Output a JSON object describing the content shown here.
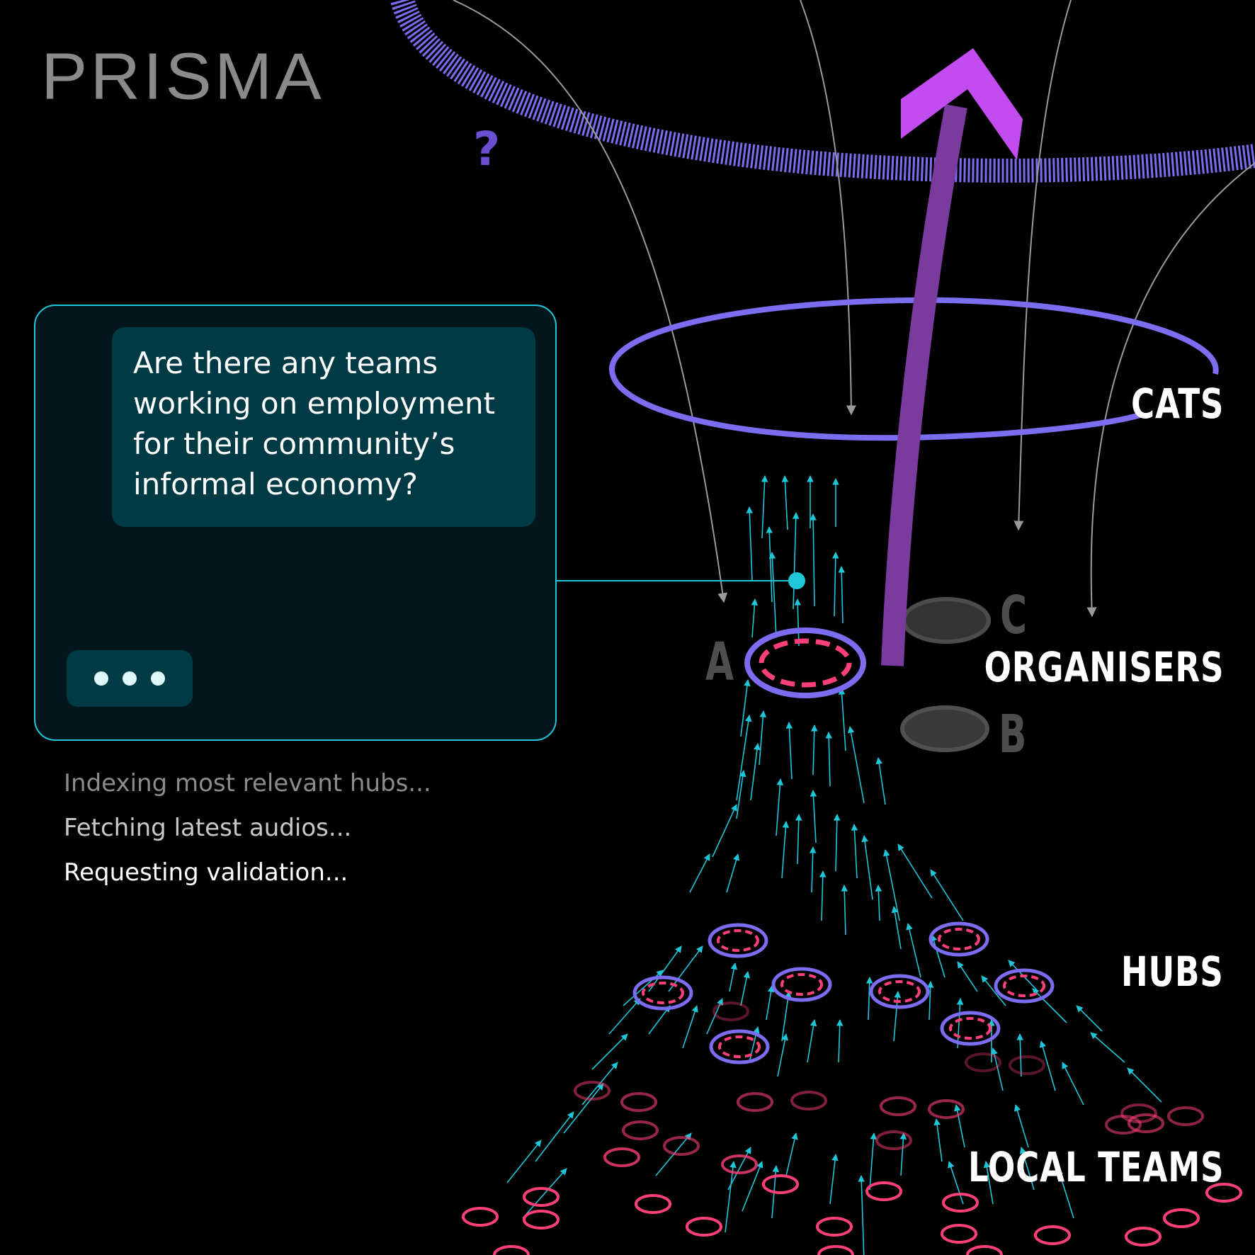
{
  "brand": {
    "logo_text": "PRISMA"
  },
  "chat": {
    "question": "Are there any teams working on employment for their community’s informal economy?",
    "typing_indicator": "typing-dots"
  },
  "status_messages": [
    {
      "text": "Indexing most relevant hubs...",
      "color": "#8c8c8c"
    },
    {
      "text": "Fetching latest audios...",
      "color": "#c8c8c8"
    },
    {
      "text": "Requesting validation...",
      "color": "#ffffff"
    }
  ],
  "layers": {
    "cats": "CATS",
    "organisers": "ORGANISERS",
    "hubs": "HUBS",
    "local_teams": "LOCAL TEAMS"
  },
  "nodes": {
    "a": "A",
    "b": "B",
    "c": "C"
  },
  "question_mark": "?",
  "colors": {
    "background": "#000000",
    "cyan": "#1fc6d8",
    "violet": "#7b6cf0",
    "magenta": "#ff3f78",
    "purple_arrow": "#7b3a9e",
    "purple_arrow_head": "#c24cf0",
    "panel_bg": "#03161b",
    "bubble_bg": "#003a44"
  }
}
